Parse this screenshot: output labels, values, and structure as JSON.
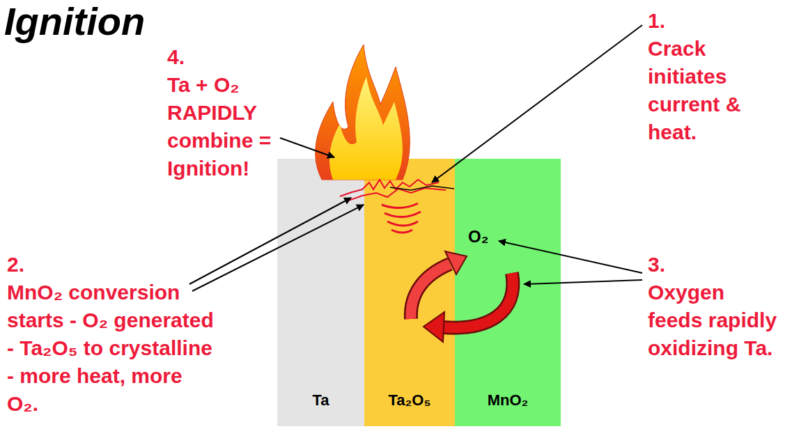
{
  "diagram": {
    "title": "Ignition",
    "nodes": [
      {
        "text": [
          "Ta"
        ]
      },
      {
        "text": [
          "Ta₂O₅"
        ]
      },
      {
        "text": [
          "MnO₂"
        ]
      }
    ],
    "labels": [
      "1.",
      "Crack initiates current & heat.",
      "4.",
      "Ta + O₂ RAPIDLY combine = Ignition!",
      "2.",
      "MnO₂ conversion starts - O₂ generated - Ta₂O₅ to crystalline - more heat, more O₂.",
      "O₂",
      "3.",
      "Oxygen feeds rapidly oxidizing Ta."
    ]
  }
}
